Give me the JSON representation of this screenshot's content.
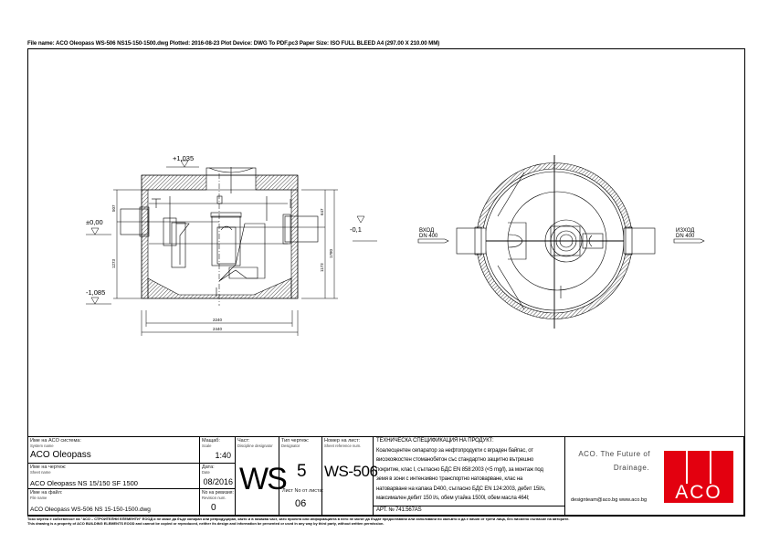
{
  "header": {
    "file_info": "File name: ACO Oleopass WS-506 NS15-150-1500.dwg   Plotted: 2016-08-23   Plot Device: DWG To PDF.pc3   Paper Size: ISO FULL BLEED A4 (297.00 X 210.00 MM)"
  },
  "section_view": {
    "level_top": "+1,035",
    "level_inlet": "±0,00",
    "level_outlet": "-0,1",
    "level_bottom": "-1,085",
    "dim_left_upper": "507",
    "dim_left_lower": "1273",
    "dim_right_upper": "647",
    "dim_right_lower": "1173",
    "dim_right_total": "1780",
    "dim_inner_width": "2240",
    "dim_outer_width": "2440"
  },
  "plan_view": {
    "inlet_label": "ВХОД",
    "inlet_size": "DN 400",
    "outlet_label": "ИЗХОД",
    "outlet_size": "DN 400"
  },
  "title_block": {
    "system_label": "Име на ACO система:",
    "system_sub": "System name",
    "system_value": "ACO Oleopass",
    "sheet_label": "Име на чертеж:",
    "sheet_sub": "Sheet name",
    "sheet_value": "ACO Oleopass  NS 15/150 SF 1500",
    "file_label": "Име на файл:",
    "file_sub": "File name",
    "file_value": "ACO Oleopass  WS-506 NS 15-150-1500.dwg",
    "scale_label": "Мащаб:",
    "scale_sub": "Scale",
    "scale_value": "1:40",
    "date_label": "Дата:",
    "date_sub": "Date",
    "date_value": "08/2016",
    "revision_label": "No на ревизия:",
    "revision_sub": "Revision num.",
    "revision_value": "0",
    "part_label": "Част:",
    "part_sub": "Discipline designator",
    "part_value": "WS",
    "type_label": "Тип чертеж:",
    "type_sub": "Designator",
    "type_value": "5",
    "sheet_of_label": "Лист No от листа:",
    "sheet_of_value": "06",
    "sheet_num_label": "Номер на лист:",
    "sheet_num_sub": "Sheet reference num.",
    "sheet_num_value": "WS-506",
    "spec_title": "ТЕХНИЧЕСКА СПЕЦИФИКАЦИЯ НА ПРОДУКТ:",
    "spec_lines": [
      "Коалесцентен сепаратор за нефтопродукти с вграден байпас, от",
      "високоякостен стоманобетон със стандартно защитно вътрешно",
      "покритие, клас I, съгласно БДС EN 858:2003 (<5 mg/l), за монтаж под",
      "земя в зони с интензивно транспортно натоварване, клас на",
      "натоварване на капака D400, съгласно БДС EN 124:2003, дебит 15l/s,",
      "максимален дебит 150 l/s, обем утайка 1500l, обем масла 464l;"
    ],
    "article": "АРТ. № 741.567AS",
    "slogan_line1": "ACO. The Future of",
    "slogan_line2": "Drainage.",
    "contact": "designteam@aco.bg   www.aco.bg",
    "logo_text": "ACO",
    "logo_color": "#e3000f"
  },
  "disclaimer": {
    "line1": "Този чертеж е собственост на \"АСО – СТРОИТЕЛНИ ЕЛЕМЕНТИ\" ЕООД и не може да бъде копиран или репродуциран, както и в никаква част, като проекта или информацията в него не могат да бъдат предоставяни или използвани по какъвто и да е начин от трети лица, без писмено съгласие на авторите.",
    "line2": "This drawing is a property of ACO BUILDING ELEMENTS EOOD and cannot be copied or reproduced, neither its design and information be presented or used in any way by third party, without written permission."
  }
}
